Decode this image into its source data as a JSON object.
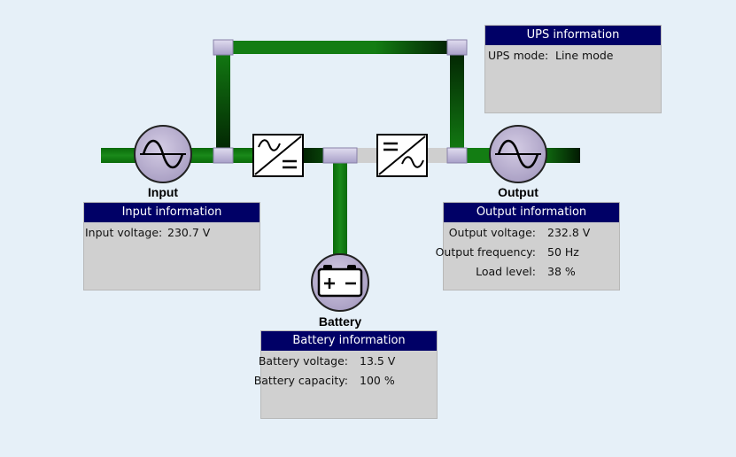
{
  "nodes": {
    "input_label": "Input",
    "output_label": "Output",
    "battery_label": "Battery"
  },
  "ups_panel": {
    "title": "UPS information",
    "rows": [
      {
        "key": "UPS mode:",
        "value": "Line mode"
      }
    ]
  },
  "input_panel": {
    "title": "Input information",
    "rows": [
      {
        "key": "Input voltage:",
        "value": "230.7 V"
      }
    ]
  },
  "output_panel": {
    "title": "Output information",
    "rows": [
      {
        "key": "Output voltage:",
        "value": "232.8 V"
      },
      {
        "key": "Output frequency:",
        "value": "50 Hz"
      },
      {
        "key": "Load level:",
        "value": "38 %"
      }
    ]
  },
  "battery_panel": {
    "title": "Battery information",
    "rows": [
      {
        "key": "Battery voltage:",
        "value": "13.5 V"
      },
      {
        "key": "Battery capacity:",
        "value": "100 %"
      }
    ]
  },
  "colors": {
    "power_line": "#0f7a0f",
    "inactive_line": "#cfcfcf",
    "junction": "#c8c0e0",
    "header_bg": "#000066",
    "panel_bg": "#d0d0d0",
    "background": "#e6f0f8"
  }
}
